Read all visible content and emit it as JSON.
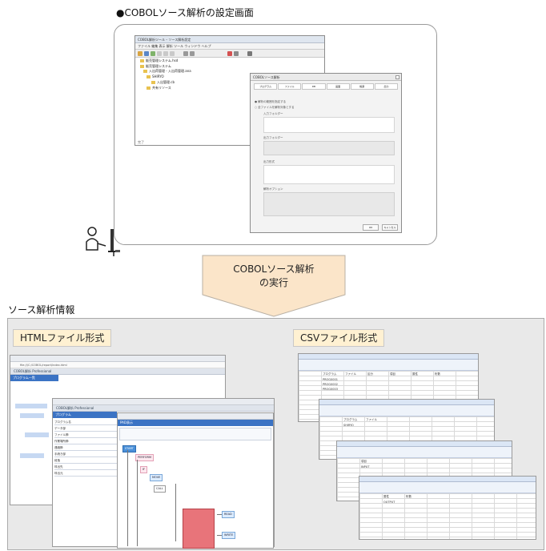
{
  "top_title": "●COBOLソース解析の設定画面",
  "ide": {
    "title": "COBOL解析ツール – ソース解析設定",
    "menu": "ファイル 編集 表示 解析 ツール ウィンドウ ヘルプ",
    "tree": [
      "販売管理システム.hsd",
      "販売管理システム",
      "入出荷管理 - 入出荷管理.ana",
      "SHIRYO",
      "入出管理.cb",
      "共有リソース"
    ],
    "status": "完了"
  },
  "dialog": {
    "title": "COBOLソース解析",
    "tabs": [
      "プログラム",
      "ファイル",
      "DB",
      "画面",
      "帳票",
      "出力"
    ],
    "options": [
      "● 解析の範囲を指定する",
      "○ 全ファイルを解析対象とする"
    ],
    "field_labels": [
      "入力フォルダー",
      "出力フォルダー",
      "出力形式",
      "解析オプション"
    ],
    "buttons": [
      "OK",
      "キャンセル"
    ]
  },
  "arrow": {
    "line1": "COBOLソース解析",
    "line2": "の実行"
  },
  "section_title": "ソース解析情報",
  "html_label": "HTMLファイル形式",
  "csv_label": "CSVファイル形式",
  "html_screens": {
    "page1_header": "COBOL解析 Professional",
    "page1_sub": "プログラム一覧",
    "page2_header": "COBOL解析 Professional",
    "page2_rows": [
      "プログラム",
      "プログラム名",
      "データ部",
      "ファイル節",
      "作業場所節",
      "連絡節",
      "手続き部",
      "段落",
      "呼出先",
      "呼出元"
    ],
    "pad_title": "PAD表示",
    "pad_nodes": [
      "START",
      "PERFORM",
      "IF",
      "MOVE",
      "CALL",
      "READ",
      "WRITE"
    ]
  },
  "csv_screens": {
    "headers": [
      "プログラム",
      "ファイル",
      "区分",
      "項目",
      "属性",
      "桁数"
    ],
    "cells": [
      "PROG0001",
      "PROG0002",
      "PROG0003",
      "SHIRYO",
      "INPUT",
      "OUTPUT"
    ]
  }
}
